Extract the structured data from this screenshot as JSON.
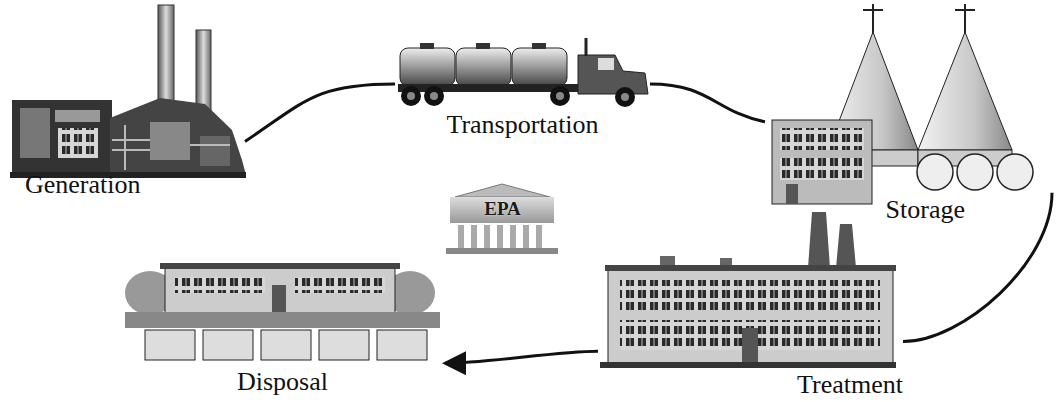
{
  "diagram": {
    "nodes": [
      {
        "text": [
          "Generation"
        ]
      },
      {
        "text": [
          "Transportation"
        ]
      },
      {
        "text": [
          "Storage"
        ]
      },
      {
        "text": [
          "Treatment"
        ]
      },
      {
        "text": [
          "Disposal"
        ]
      },
      {
        "text": [
          "EPA"
        ]
      }
    ],
    "edges": [
      {
        "from": 0,
        "to": 1,
        "arrow": "none"
      },
      {
        "from": 1,
        "to": 2,
        "arrow": "none"
      },
      {
        "from": 2,
        "to": 3,
        "arrow": "none"
      },
      {
        "from": 3,
        "to": 4,
        "arrow": "to"
      }
    ]
  }
}
